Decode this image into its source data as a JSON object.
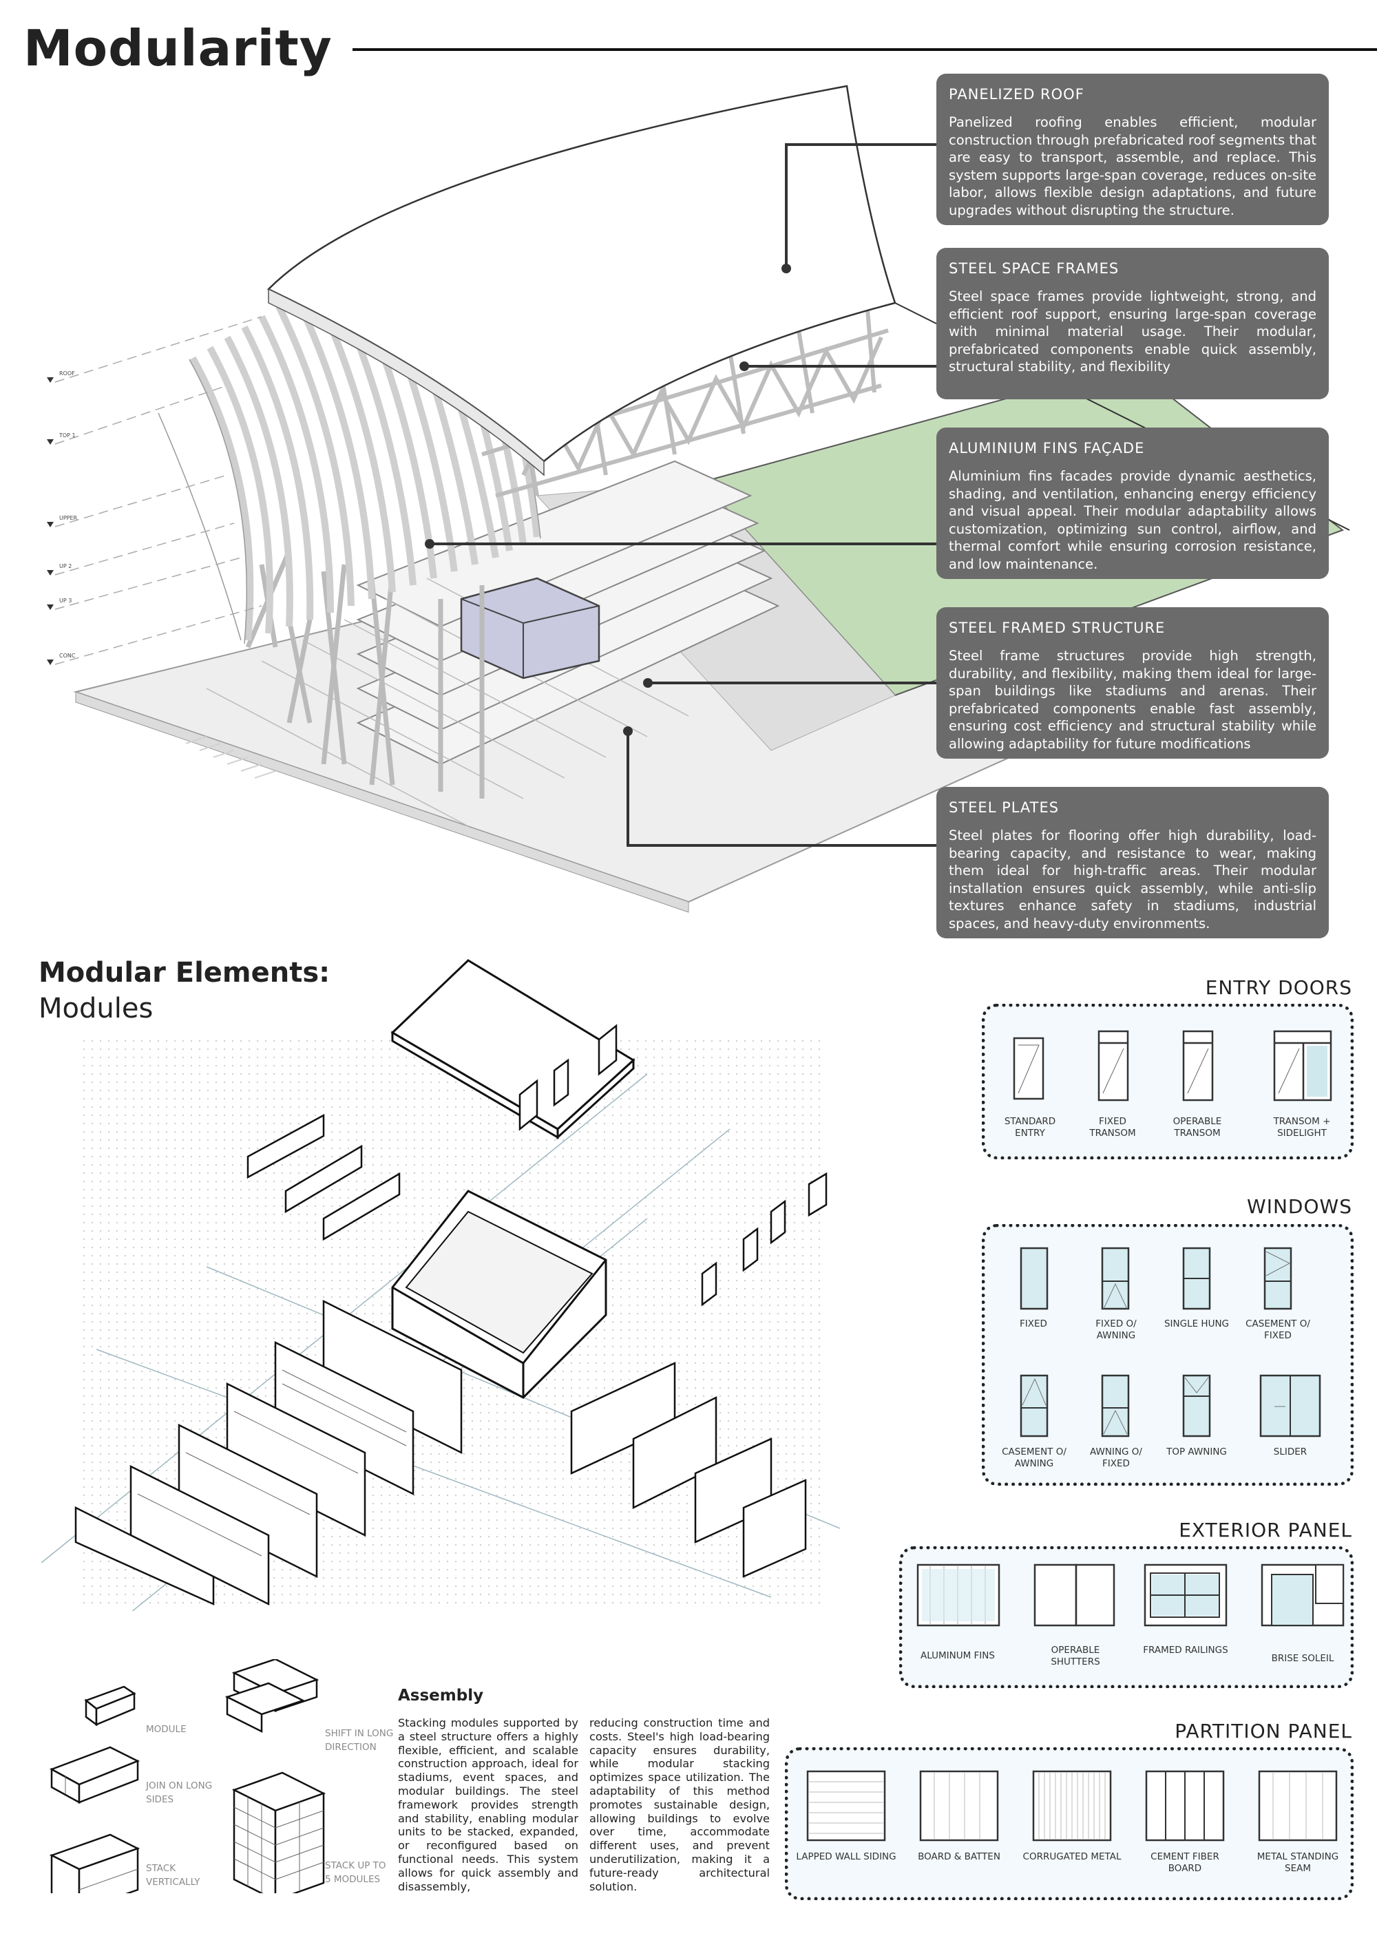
{
  "page_title": "Modularity",
  "callouts": [
    {
      "title": "PANELIZED ROOF",
      "text": "Panelized roofing enables efficient, modular construction through prefabricated roof segments that are easy to transport, assemble, and replace. This system supports large-span coverage, reduces on-site labor, allows flexible design adaptations, and future upgrades without disrupting the structure."
    },
    {
      "title": "STEEL SPACE FRAMES",
      "text": "Steel space frames provide lightweight, strong, and efficient roof support, ensuring large-span coverage with minimal material usage. Their modular, prefabricated components enable quick assembly, structural stability, and flexibility"
    },
    {
      "title": "ALUMINIUM FINS FAÇADE",
      "text": "Aluminium fins facades provide dynamic aesthetics, shading, and ventilation, enhancing energy efficiency and visual appeal. Their modular adaptability allows customization, optimizing sun control, airflow, and thermal comfort while ensuring corrosion resistance, and low maintenance."
    },
    {
      "title": "STEEL FRAMED STRUCTURE",
      "text": "Steel frame structures provide high strength, durability, and flexibility, making them ideal for large-span buildings like stadiums and arenas. Their prefabricated components enable fast assembly, ensuring cost efficiency and structural stability while allowing adaptability for future modifications"
    },
    {
      "title": "STEEL PLATES",
      "text": "Steel plates for flooring offer high durability, load-bearing capacity, and resistance to wear, making them ideal for high-traffic areas. Their modular installation ensures quick assembly, while anti-slip textures enhance safety in stadiums, industrial spaces, and heavy-duty environments."
    }
  ],
  "modular_section": {
    "title": "Modular Elements:",
    "subtitle": "Modules"
  },
  "entry_doors": {
    "title": "ENTRY DOORS",
    "items": [
      "STANDARD ENTRY",
      "FIXED TRANSOM",
      "OPERABLE TRANSOM",
      "TRANSOM + SIDELIGHT"
    ]
  },
  "windows": {
    "title": "WINDOWS",
    "items": [
      "FIXED",
      "FIXED O/ AWNING",
      "SINGLE HUNG",
      "CASEMENT O/ FIXED",
      "CASEMENT O/ AWNING",
      "AWNING O/ FIXED",
      "TOP AWNING",
      "SLIDER"
    ]
  },
  "exterior_panel": {
    "title": "EXTERIOR PANEL",
    "items": [
      "ALUMINUM FINS",
      "OPERABLE SHUTTERS",
      "FRAMED RAILINGS",
      "BRISE SOLEIL"
    ]
  },
  "partition_panel": {
    "title": "PARTITION PANEL",
    "items": [
      "LAPPED WALL SIDING",
      "BOARD & BATTEN",
      "CORRUGATED METAL",
      "CEMENT FIBER BOARD",
      "METAL STANDING SEAM"
    ]
  },
  "assembly": {
    "labels": [
      "MODULE",
      "JOIN ON LONG SIDES",
      "STACK VERTICALLY",
      "SHIFT IN LONG DIRECTION",
      "STACK UP TO 5 MODULES"
    ],
    "title": "Assembly",
    "col1": "Stacking modules supported by a steel structure offers a highly flexible, efficient, and scalable construction approach, ideal for stadiums, event spaces, and modular buildings. The steel framework provides strength and stability, enabling modular units to be stacked, expanded, or reconfigured based on functional needs. This system allows for quick assembly and disassembly,",
    "col2": "reducing construction time and costs. Steel's high load-bearing capacity ensures durability, while modular stacking optimizes space utilization. The adaptability of this method promotes sustainable design, allowing buildings to evolve over time, accommodate different uses, and prevent underutilization, making it a future-ready architectural solution."
  },
  "level_markers": [
    "ROOF",
    "TOP 1",
    "UPPER",
    "UP 2",
    "UP 3",
    "CONC"
  ],
  "colors": {
    "callout_bg": "#6b6b6b",
    "green_field": "#c3dcb8",
    "glass_box": "#c9c9e0",
    "panel_bg": "#f3f9fc"
  }
}
